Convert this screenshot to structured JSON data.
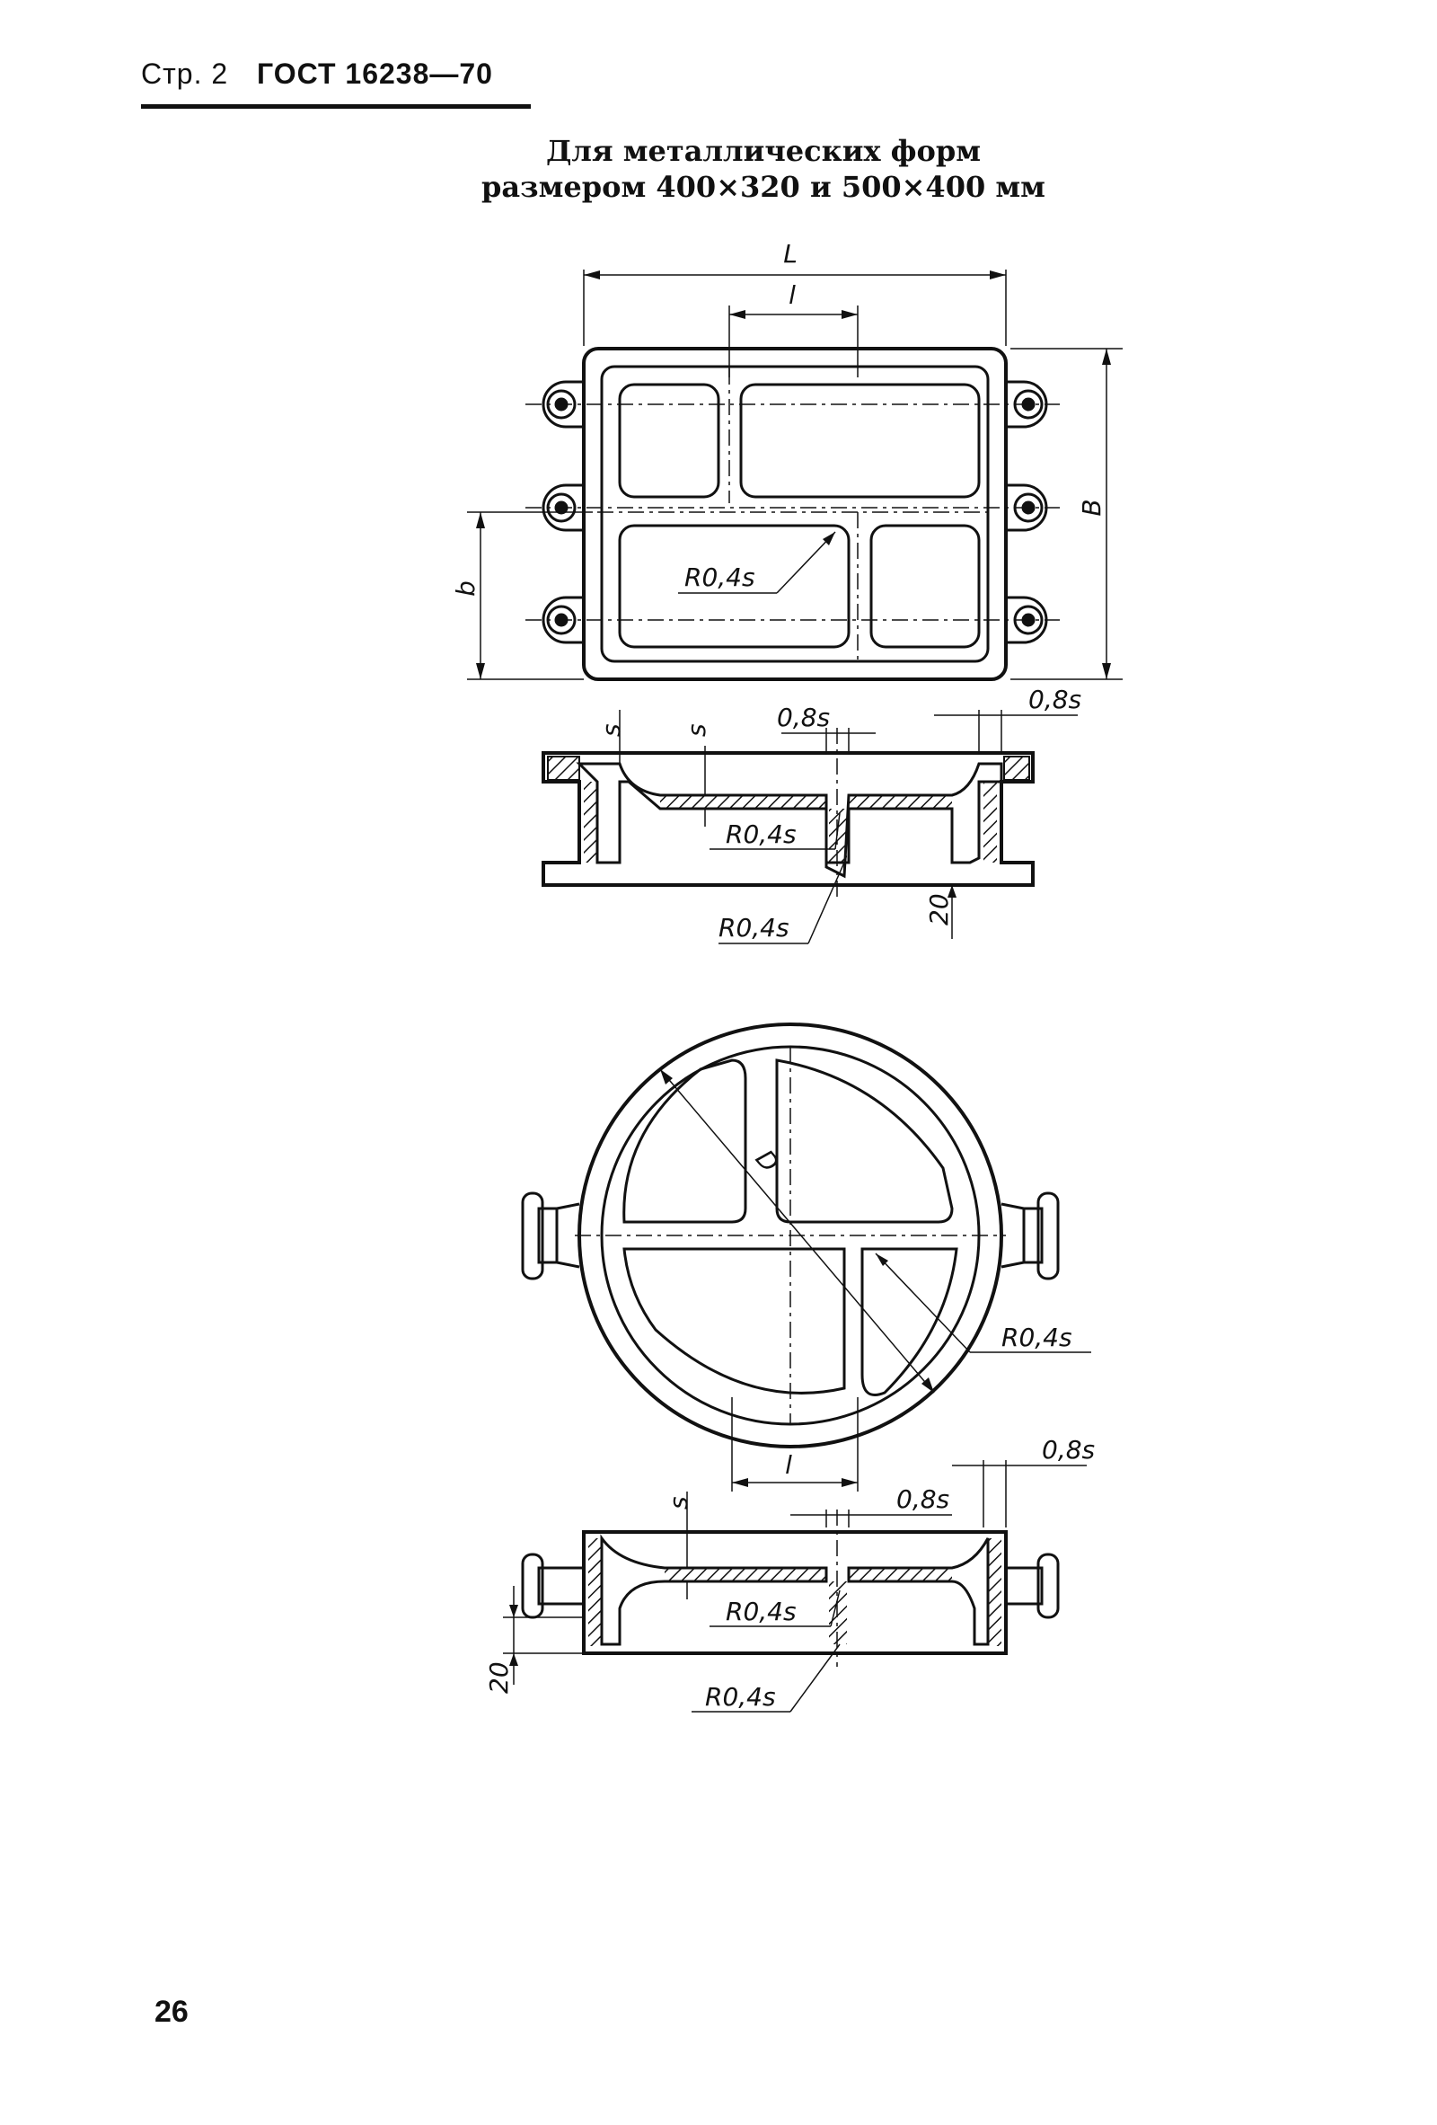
{
  "header": {
    "page_ref": "Стр. 2",
    "standard": "ГОСТ 16238—70"
  },
  "title": {
    "line1": "Для металлических форм",
    "line2": "размером 400×320 и 500×400 мм"
  },
  "labels": {
    "L": "L",
    "l": "l",
    "B": "B",
    "b": "b",
    "s": "s",
    "D": "D",
    "r04s": "R0,4s",
    "d08s": "0,8s",
    "d20": "20"
  },
  "page_number": "26"
}
